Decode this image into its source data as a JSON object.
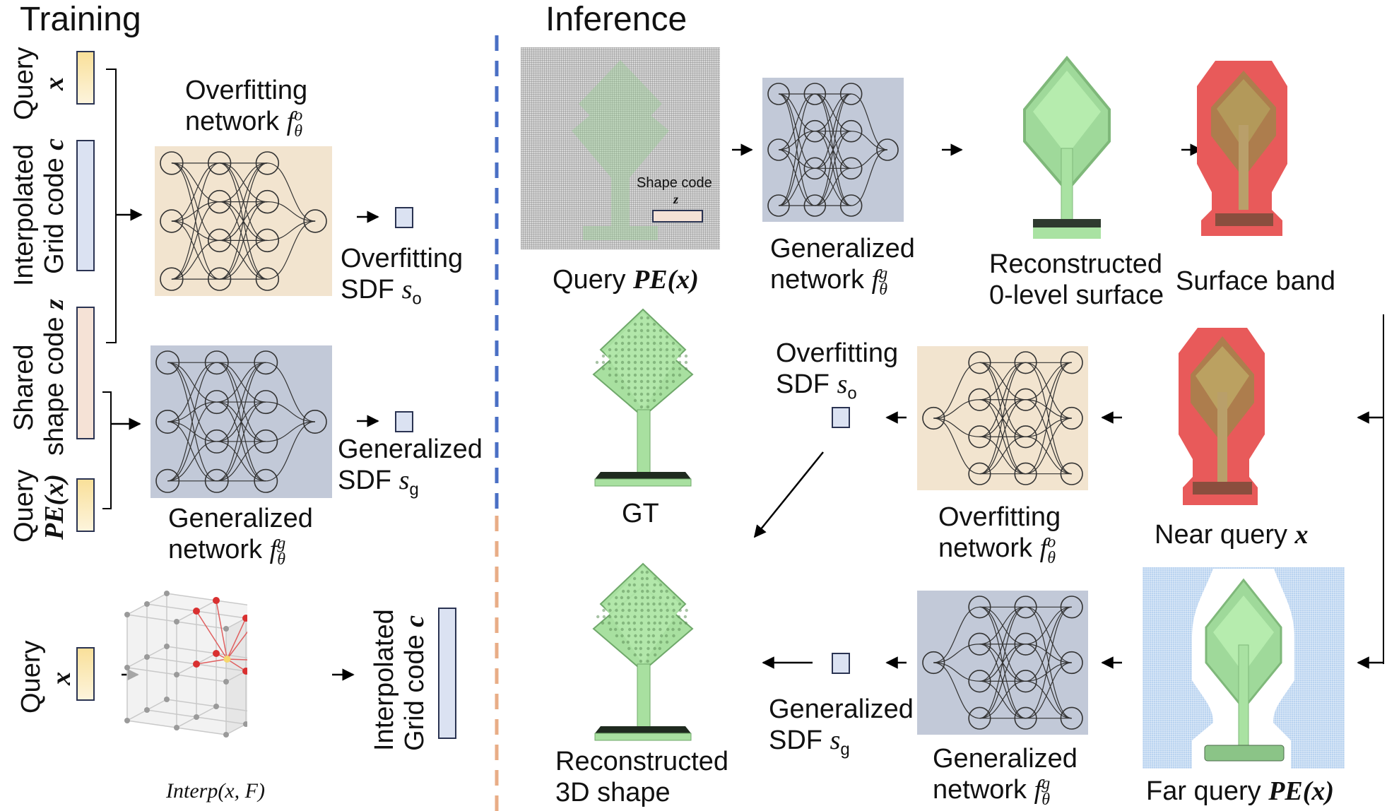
{
  "sections": {
    "training_title": "Training",
    "inference_title": "Inference"
  },
  "training": {
    "inputs": {
      "query_x": {
        "line1": "Query",
        "var": "x"
      },
      "grid_code": {
        "line1": "Interpolated",
        "line2": "Grid code",
        "var": "c"
      },
      "shape_code": {
        "line1": "Shared",
        "line2": "shape code",
        "var": "z"
      },
      "query_pe": {
        "line1": "Query",
        "var": "PE(x)"
      }
    },
    "overfitting_network": {
      "line1": "Overfitting",
      "line2": "network",
      "func": "f",
      "sup": "o",
      "sub": "θ"
    },
    "overfitting_sdf": {
      "line1": "Overfitting",
      "line2": "SDF",
      "var": "s",
      "sub": "o"
    },
    "generalized_network": {
      "line1": "Generalized",
      "line2": "network",
      "func": "f",
      "sup": "g",
      "sub": "θ"
    },
    "generalized_sdf": {
      "line1": "Generalized",
      "line2": "SDF",
      "var": "s",
      "sub": "g"
    },
    "interp": {
      "query_label": "Query",
      "query_var": "x",
      "formula": "Interp(x, F)",
      "output_line1": "Interpolated",
      "output_line2": "Grid code",
      "output_var": "c"
    }
  },
  "inference": {
    "query_pe_label": "Query",
    "query_pe_var": "PE(x)",
    "shape_code_label": "Shape code",
    "shape_code_var": "z",
    "generalized_network": {
      "line1": "Generalized",
      "line2": "network",
      "func": "f",
      "sup": "g",
      "sub": "θ"
    },
    "reconstructed_surface": {
      "line1": "Reconstructed",
      "line2": "0-level surface"
    },
    "surface_band": "Surface band",
    "gt": "GT",
    "overfitting_sdf": {
      "line1": "Overfitting",
      "line2": "SDF",
      "var": "s",
      "sub": "o"
    },
    "overfitting_network": {
      "line1": "Overfitting",
      "line2": "network",
      "func": "f",
      "sup": "o",
      "sub": "θ"
    },
    "near_query": {
      "label": "Near query",
      "var": "x"
    },
    "reconstructed_shape": {
      "line1": "Reconstructed",
      "line2": "3D shape"
    },
    "generalized_sdf": {
      "line1": "Generalized",
      "line2": "SDF",
      "var": "s",
      "sub": "g"
    },
    "generalized_network_2": {
      "line1": "Generalized",
      "line2": "network",
      "func": "f",
      "sup": "g",
      "sub": "θ"
    },
    "far_query": {
      "label": "Far query",
      "var": "PE(x)"
    }
  },
  "colors": {
    "overfitting_net_bg": "#f2e4cf",
    "generalized_net_bg": "#c2c9d8",
    "divider_top": "#4a6fc4",
    "divider_bottom": "#e8ad86",
    "shape_green": "#a8e0a0",
    "band_red": "#e85a5a",
    "far_blue": "#b9d3f0"
  }
}
